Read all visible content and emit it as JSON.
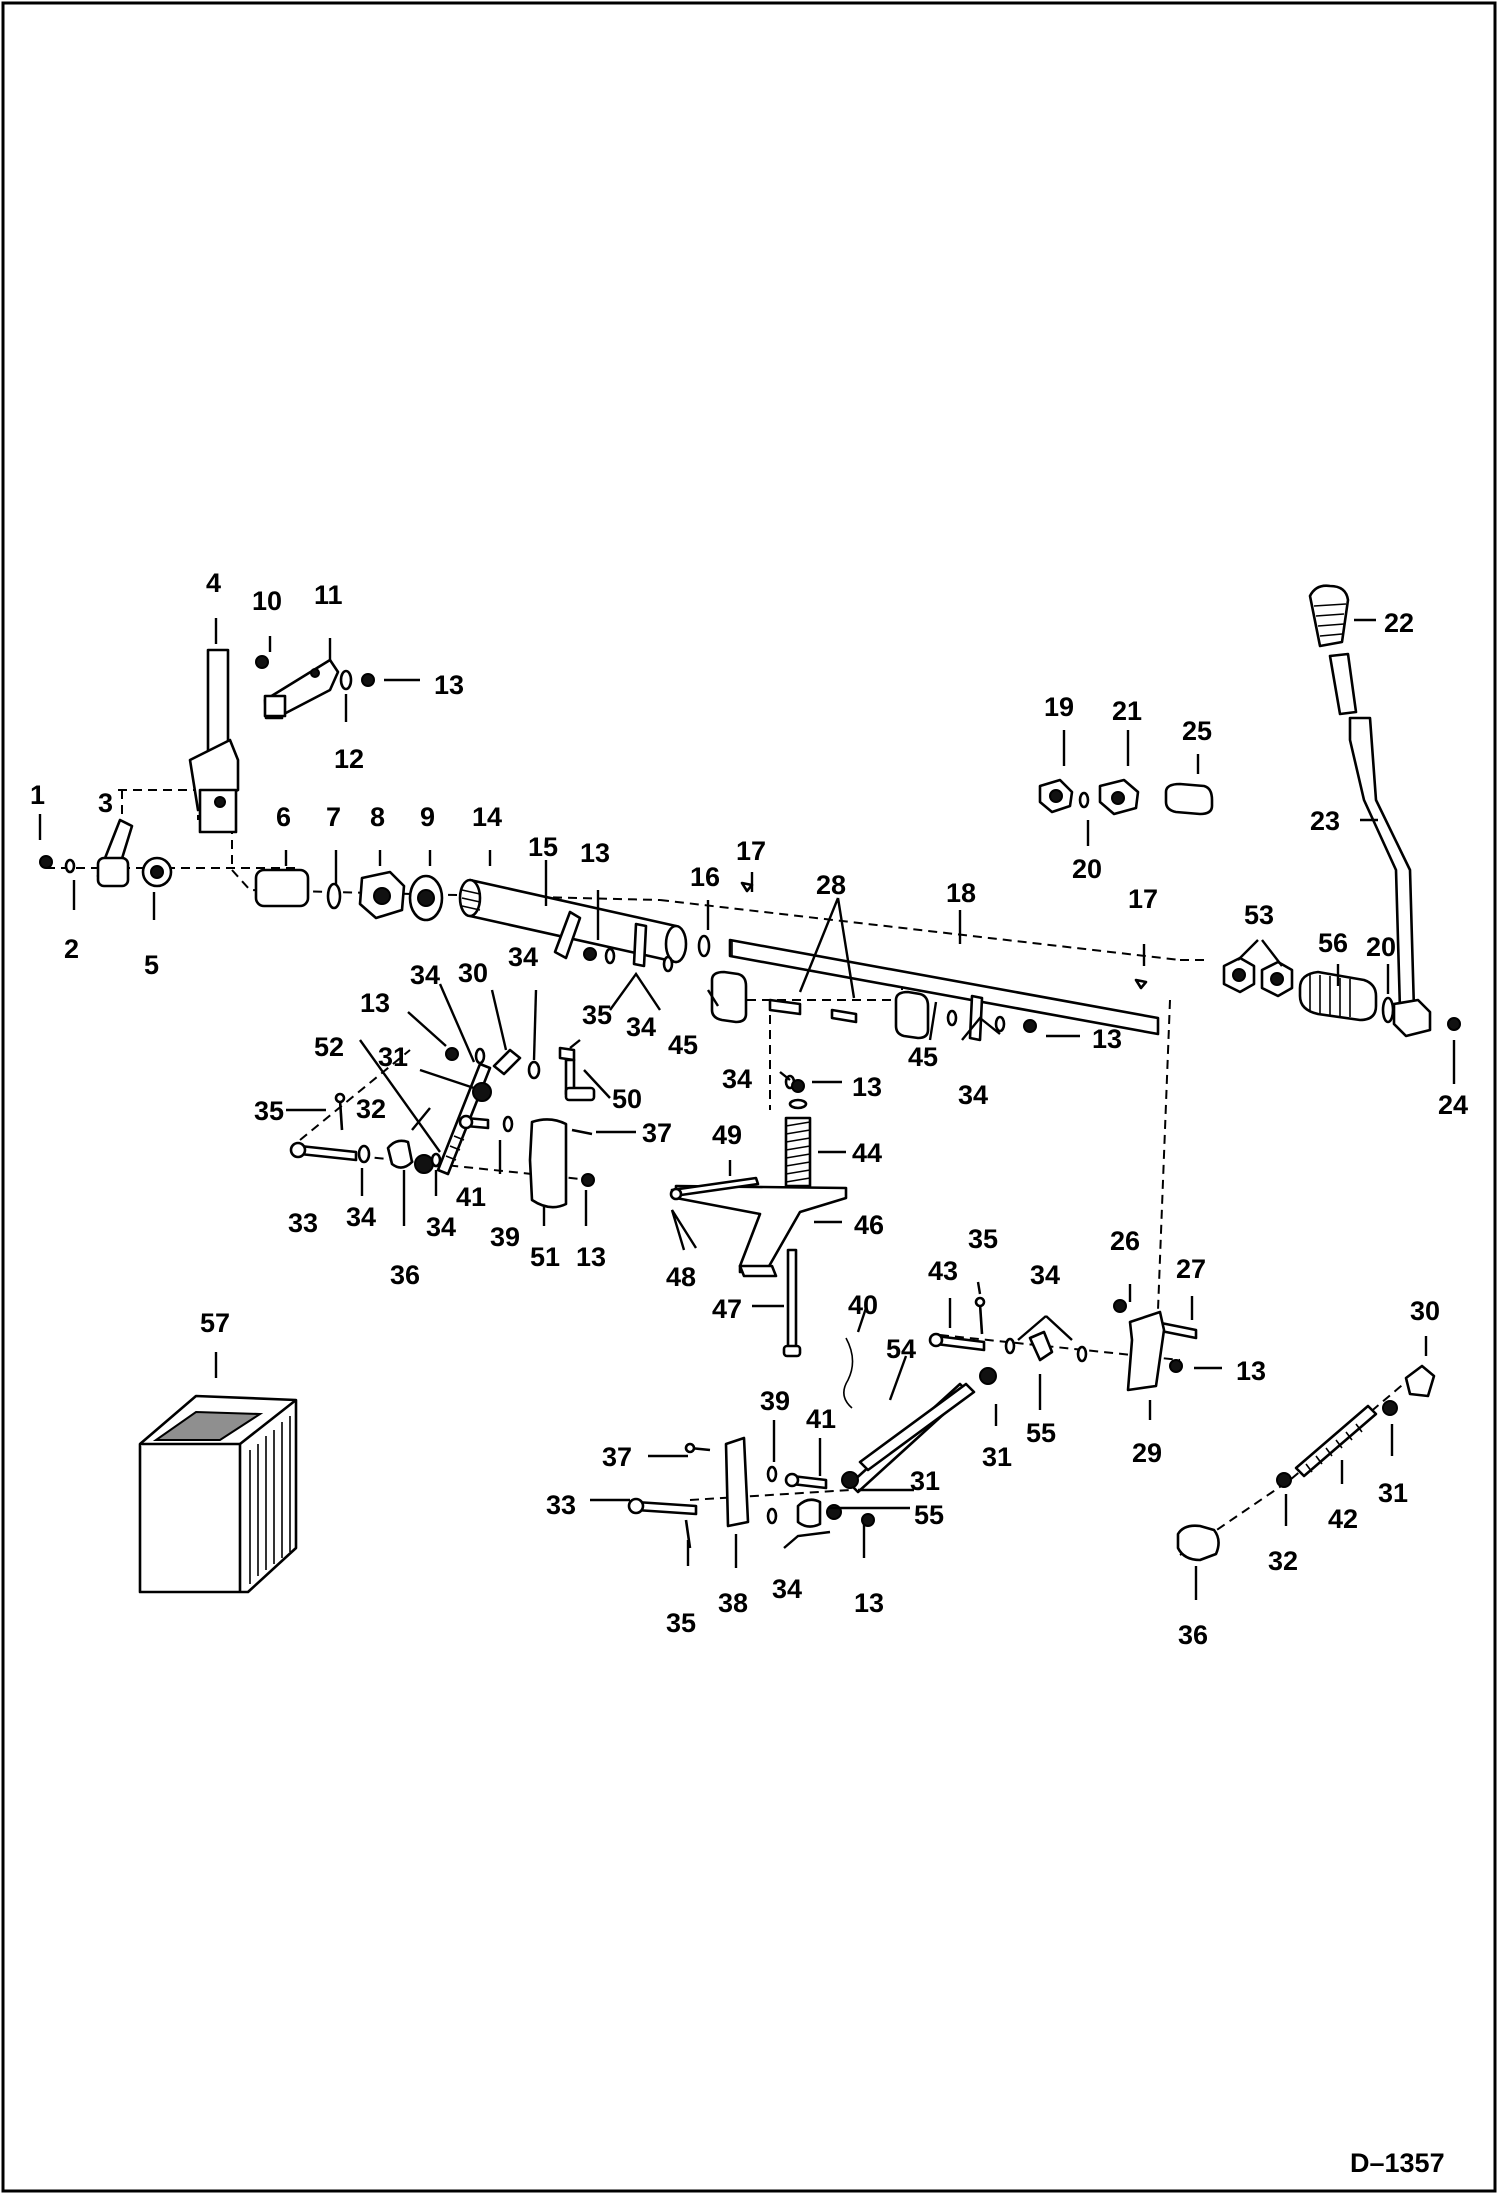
{
  "drawing_code": "D–1357",
  "callouts": {
    "n1": "1",
    "n2": "2",
    "n3": "3",
    "n4": "4",
    "n5": "5",
    "n6": "6",
    "n7": "7",
    "n8": "8",
    "n9": "9",
    "n10": "10",
    "n11": "11",
    "n12": "12",
    "n13": "13",
    "n14": "14",
    "n15": "15",
    "n16": "16",
    "n17": "17",
    "n18": "18",
    "n19": "19",
    "n20": "20",
    "n21": "21",
    "n22": "22",
    "n23": "23",
    "n24": "24",
    "n25": "25",
    "n26": "26",
    "n27": "27",
    "n28": "28",
    "n29": "29",
    "n30": "30",
    "n31": "31",
    "n32": "32",
    "n33": "33",
    "n34": "34",
    "n35": "35",
    "n36": "36",
    "n37": "37",
    "n38": "38",
    "n39": "39",
    "n40": "40",
    "n41": "41",
    "n42": "42",
    "n43": "43",
    "n44": "44",
    "n45": "45",
    "n46": "46",
    "n47": "47",
    "n48": "48",
    "n49": "49",
    "n50": "50",
    "n51": "51",
    "n52": "52",
    "n53": "53",
    "n54": "54",
    "n55": "55",
    "n56": "56",
    "n57": "57"
  }
}
